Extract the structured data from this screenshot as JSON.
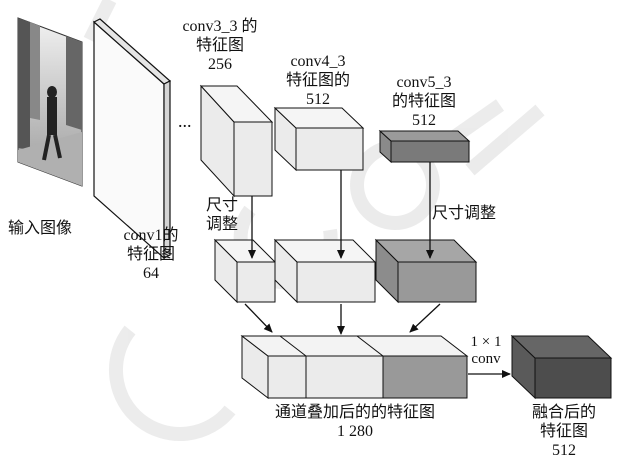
{
  "input_image_label": "输入图像",
  "conv1": {
    "name": "conv1的",
    "line2": "特征图",
    "channels": "64",
    "ellipsis": "..."
  },
  "conv3_3": {
    "name": "conv3_3 的",
    "line2": "特征图",
    "channels": "256"
  },
  "conv4_3": {
    "name": "conv4_3",
    "line2": "特征图的",
    "channels": "512"
  },
  "conv5_3": {
    "name": "conv5_3",
    "line2": "的特征图",
    "channels": "512"
  },
  "resize_label_left": {
    "line1": "尺寸",
    "line2": "调整"
  },
  "resize_label_right": "尺寸调整",
  "concat": {
    "label": "通道叠加后的的特征图",
    "channels": "1 280"
  },
  "conv1x1": {
    "line1": "1 × 1",
    "line2": "conv"
  },
  "fused": {
    "line1": "融合后的",
    "line2": "特征图",
    "channels": "512"
  },
  "colors": {
    "light_face": "#ebebeb",
    "gray_face": "#999999",
    "dark_face": "#7a7a7a",
    "fused_face": "#4d4d4d",
    "watermark": "#dcdcdc"
  }
}
